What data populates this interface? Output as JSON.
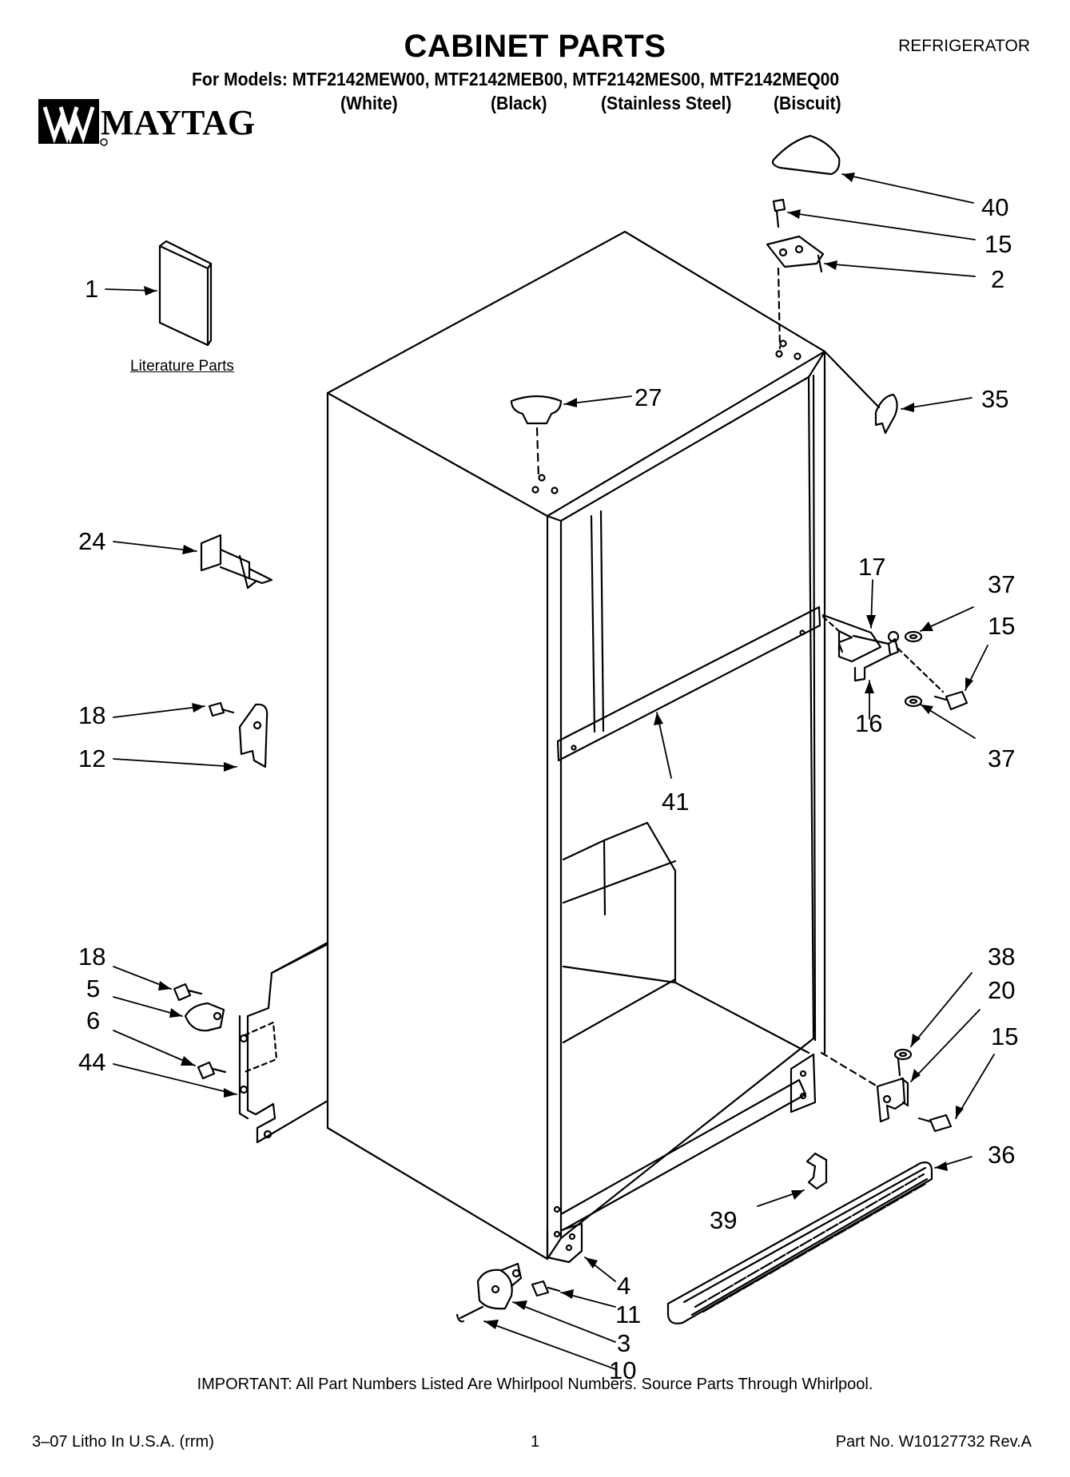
{
  "header": {
    "title": "CABINET PARTS",
    "category": "REFRIGERATOR",
    "models": "For Models: MTF2142MEW00, MTF2142MEB00, MTF2142MES00, MTF2142MEQ00",
    "finishes": [
      "(White)",
      "(Black)",
      "(Stainless Steel)",
      "(Biscuit)"
    ],
    "brand": "MAYTAG"
  },
  "literature_label": "Literature Parts",
  "callouts": [
    "1",
    "40",
    "15",
    "2",
    "27",
    "35",
    "24",
    "17",
    "37",
    "15",
    "16",
    "37",
    "18",
    "12",
    "41",
    "18",
    "5",
    "6",
    "44",
    "38",
    "20",
    "15",
    "36",
    "39",
    "4",
    "11",
    "3",
    "10"
  ],
  "footer": {
    "important": "IMPORTANT: All Part Numbers Listed Are Whirlpool Numbers. Source Parts Through Whirlpool.",
    "litho": "3–07 Litho In U.S.A. (rrm)",
    "page": "1",
    "part_no": "Part No. W10127732 Rev.A"
  }
}
